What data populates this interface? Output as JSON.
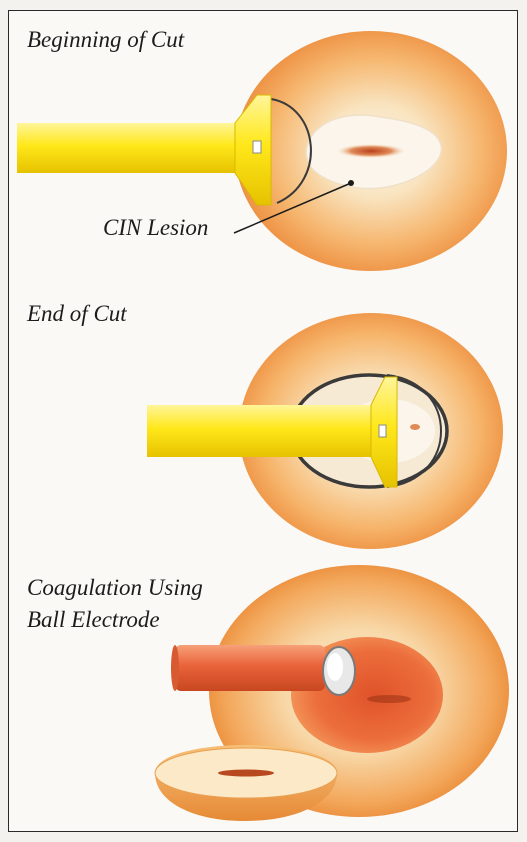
{
  "panels": [
    {
      "id": "beginning",
      "title": "Beginning of Cut",
      "callout": "CIN Lesion"
    },
    {
      "id": "end",
      "title": "End of Cut"
    },
    {
      "id": "coagulation",
      "title_line1": "Coagulation Using",
      "title_line2": "Ball Electrode"
    }
  ],
  "colors": {
    "tissue_outer": "#f0a24e",
    "tissue_inner": "#f8dfb0",
    "loop_handle": "#ffec1a",
    "ball_handle": "#e8643a",
    "lesion": "#c54a22",
    "wire": "#3a3a3a"
  }
}
